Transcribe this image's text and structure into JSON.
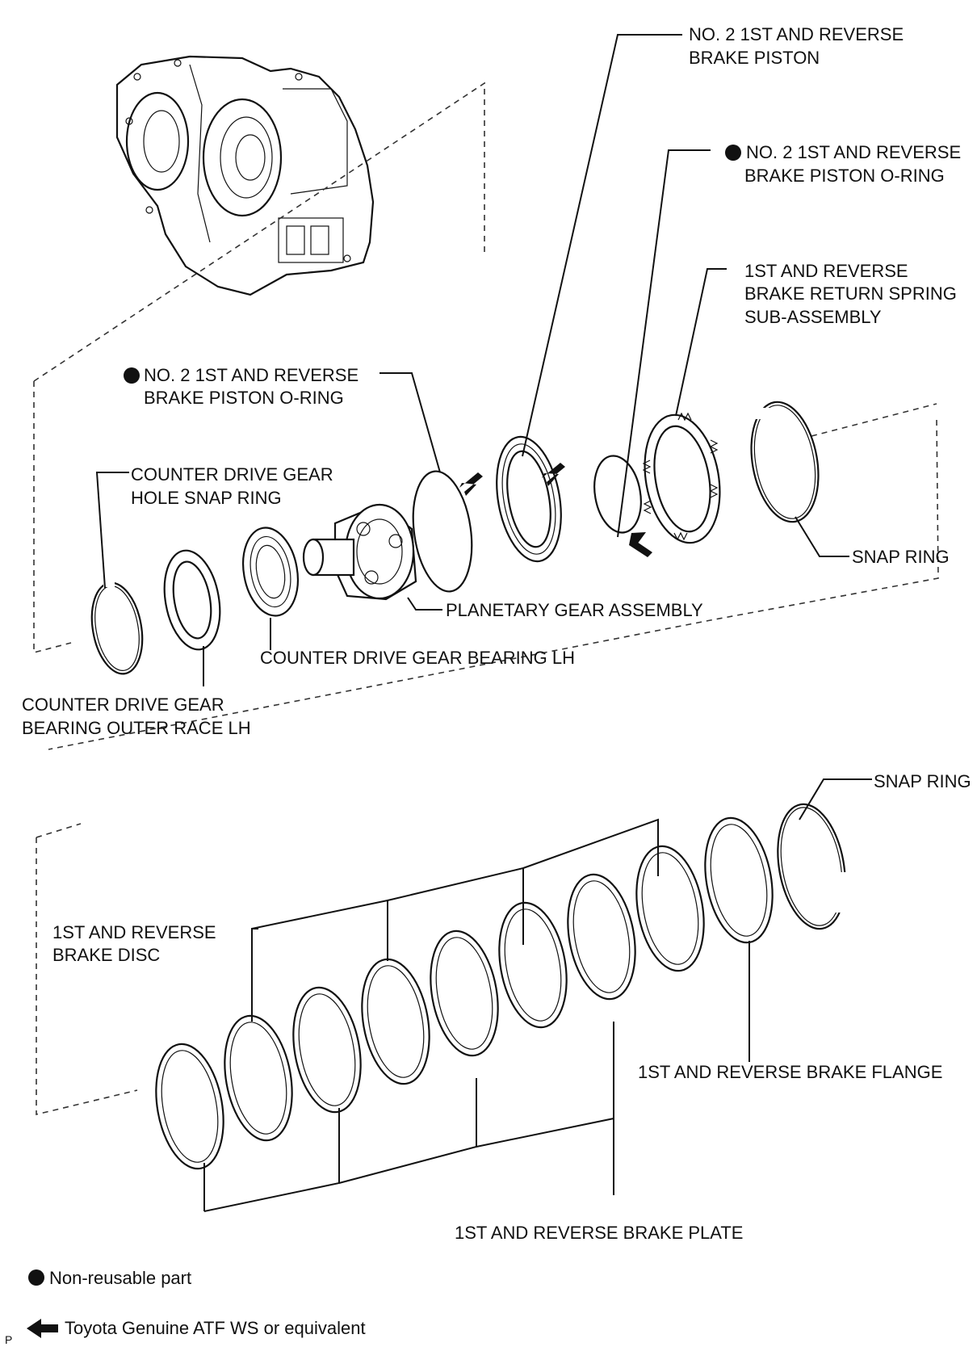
{
  "labels": {
    "piston": [
      "NO. 2 1ST AND REVERSE",
      "BRAKE PISTON"
    ],
    "piston_oring_right": [
      "NO. 2 1ST AND REVERSE",
      "BRAKE PISTON O-RING"
    ],
    "return_spring": [
      "1ST AND REVERSE",
      "BRAKE RETURN SPRING",
      "SUB-ASSEMBLY"
    ],
    "piston_oring_left": [
      "NO. 2 1ST AND REVERSE",
      "BRAKE PISTON O-RING"
    ],
    "hole_snap_ring": [
      "COUNTER DRIVE GEAR",
      "HOLE SNAP RING"
    ],
    "snap_ring_upper": "SNAP RING",
    "planetary_gear": "PLANETARY GEAR ASSEMBLY",
    "bearing_lh": "COUNTER DRIVE GEAR BEARING LH",
    "outer_race": [
      "COUNTER DRIVE GEAR",
      "BEARING OUTER RACE LH"
    ],
    "snap_ring_lower": "SNAP RING",
    "brake_disc": [
      "1ST AND REVERSE",
      "BRAKE DISC"
    ],
    "brake_flange": "1ST AND REVERSE BRAKE FLANGE",
    "brake_plate": "1ST AND REVERSE BRAKE PLATE"
  },
  "legend": {
    "non_reusable": "Non-reusable part",
    "atf": "Toyota Genuine ATF WS or equivalent"
  },
  "footer_code": "P",
  "icons": {
    "non_reusable": "filled-circle-icon",
    "atf": "left-arrow-icon"
  }
}
